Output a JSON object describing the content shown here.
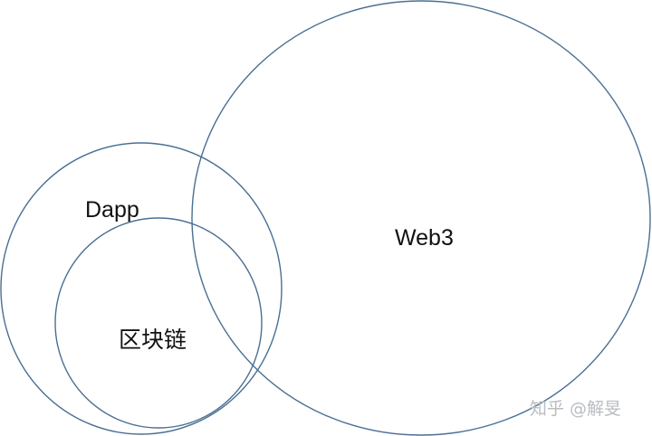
{
  "diagram": {
    "outer_circle_label": "Dapp",
    "inner_circle_label": "区块链",
    "large_circle_label": "Web3",
    "stroke_color": "#4a6f93"
  },
  "watermark": {
    "text": "知乎 @解旻"
  }
}
